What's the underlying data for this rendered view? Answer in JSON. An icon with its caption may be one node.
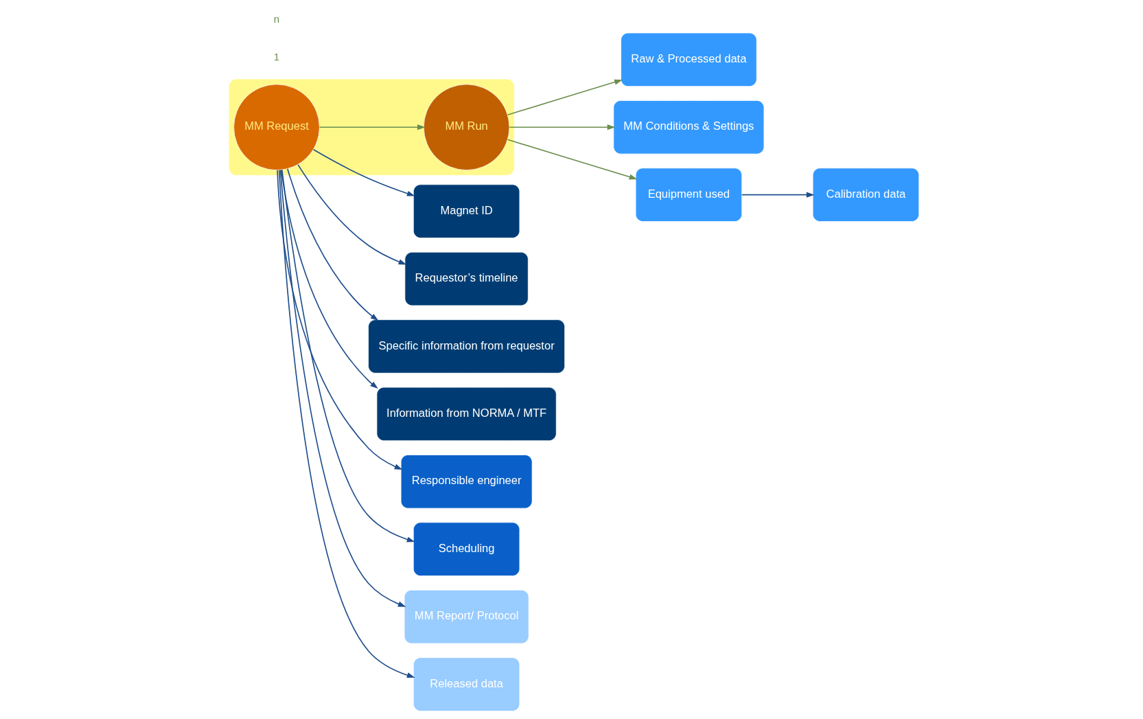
{
  "diagram": {
    "nodes": [
      {
        "text": [],
        "shape": "box"
      },
      {
        "text": [
          "MM Request"
        ],
        "in": 0
      },
      {
        "text": [
          "MM Run"
        ],
        "in": 0
      },
      {
        "text": [
          "Magnet ID"
        ]
      },
      {
        "text": [
          "Requestor’s timeline"
        ]
      },
      {
        "text": [
          "Specific information from requestor"
        ]
      },
      {
        "text": [
          "Information from NORMA / MTF"
        ]
      },
      {
        "text": [
          "Responsible engineer"
        ]
      },
      {
        "text": [
          "Scheduling"
        ]
      },
      {
        "text": [
          "MM Report/ Protocol"
        ]
      },
      {
        "text": [
          "Released data"
        ]
      },
      {
        "text": [
          "Raw & Processed data"
        ]
      },
      {
        "text": [
          "MM Conditions & Settings"
        ]
      },
      {
        "text": [
          "Equipment used"
        ]
      },
      {
        "text": [
          "Calibration data"
        ]
      }
    ],
    "edges": [
      {
        "from": 1,
        "to": 3,
        "arrow": "to"
      },
      {
        "from": 1,
        "to": 4,
        "arrow": "to"
      },
      {
        "from": 1,
        "to": 5,
        "arrow": "to"
      },
      {
        "from": 1,
        "to": 6,
        "arrow": "to"
      },
      {
        "from": 1,
        "to": 7,
        "arrow": "to"
      },
      {
        "from": 1,
        "to": 8,
        "arrow": "to"
      },
      {
        "from": 1,
        "to": 9,
        "arrow": "to"
      },
      {
        "from": 1,
        "to": 10,
        "arrow": "to"
      },
      {
        "from": 1,
        "to": 2,
        "arrow": "to",
        "color": "#6b8e4e"
      },
      {
        "from": 2,
        "to": 11,
        "arrow": "to",
        "color": "#6b8e4e"
      },
      {
        "from": 2,
        "to": 12,
        "arrow": "to",
        "color": "#6b8e4e"
      },
      {
        "from": 2,
        "to": 13,
        "arrow": "to",
        "color": "#6b8e4e"
      },
      {
        "from": 13,
        "to": 14,
        "arrow": "to"
      }
    ],
    "labels": [
      "1",
      "n"
    ]
  }
}
